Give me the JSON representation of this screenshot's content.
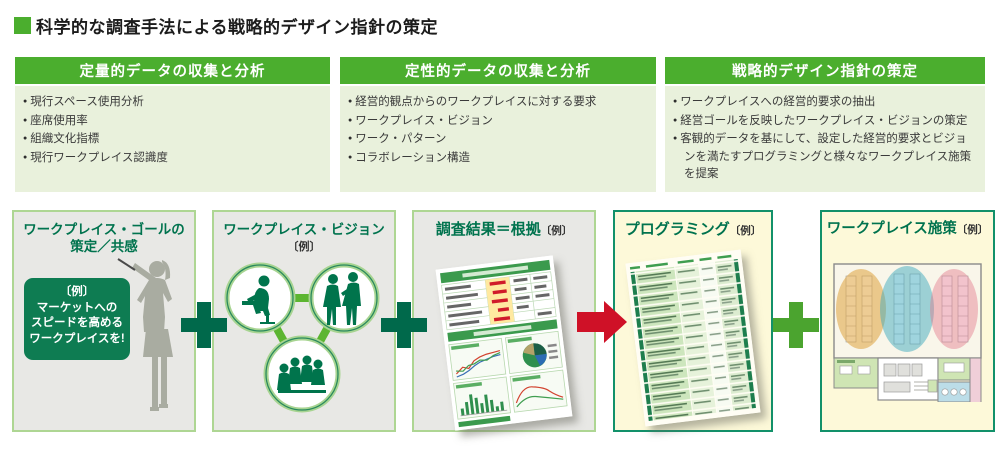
{
  "title": {
    "text": "科学的な調査手法による戦略的デザイン指針の策定"
  },
  "columns": [
    {
      "header": "定量的データの収集と分析",
      "bullets": [
        "現行スペース使用分析",
        "座席使用率",
        "組織文化指標",
        "現行ワークプレイス認識度"
      ]
    },
    {
      "header": "定性的データの収集と分析",
      "bullets": [
        "経営的観点からのワークプレイスに対する要求",
        "ワークプレイス・ビジョン",
        "ワーク・パターン",
        "コラボレーション構造"
      ]
    },
    {
      "header": "戦略的デザイン指針の策定",
      "bullets": [
        "ワークプレイスへの経営的要求の抽出",
        "経営ゴールを反映したワークプレイス・ビジョンの策定",
        "客観的データを基にして、設定した経営的要求とビジョンを満たすプログラミングと様々なワークプレイス施策を提案"
      ]
    }
  ],
  "flow": {
    "box1": {
      "title_line1": "ワークプレイス・ゴールの",
      "title_line2": "策定／共感",
      "board": {
        "tag": "〔例〕",
        "line1": "マーケットへの",
        "line2": "スピードを高める",
        "line3": "ワークプレイスを!"
      }
    },
    "box2": {
      "title": "ワークプレイス・ビジョン",
      "example": "〔例〕"
    },
    "box3": {
      "title": "調査結果＝根拠",
      "example": "〔例〕"
    },
    "box4": {
      "title": "プログラミング",
      "example": "〔例〕"
    },
    "box5": {
      "title": "ワークプレイス施策",
      "example": "〔例〕"
    }
  },
  "colors": {
    "header_green": "#4bae2e",
    "panel_green": "#e9f1dc",
    "dark_green_text": "#00734e",
    "board_green": "#0e7c52",
    "plus_dark_green": "#00694b",
    "plus_bright_green": "#4ba42f",
    "arrow_red": "#cf1127",
    "gray_box_bg": "#e8e8e5",
    "gray_box_border": "#aed693",
    "cream_box_bg": "#fdf9d9",
    "cream_box_border": "#12916a"
  }
}
